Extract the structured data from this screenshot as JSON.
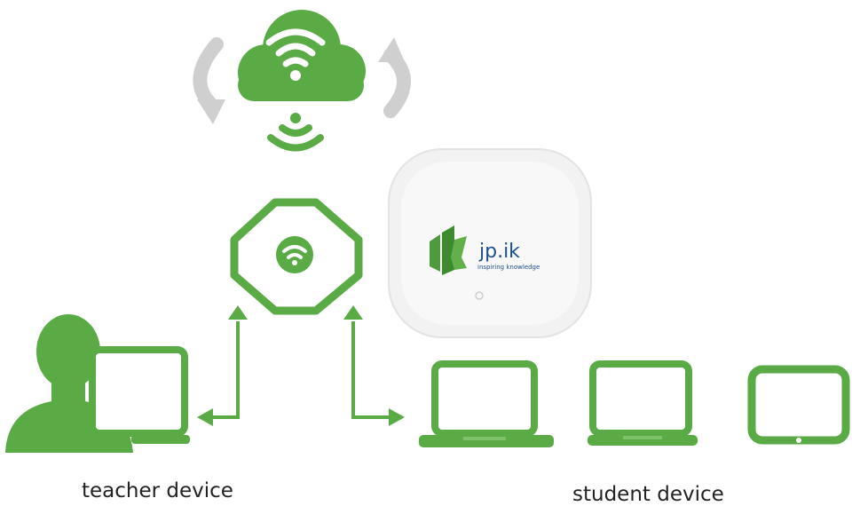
{
  "labels": {
    "teacher": "teacher device",
    "student": "student device"
  },
  "access_point": {
    "brand_name": "jp.ik",
    "tagline": "inspiring knowledge"
  },
  "icons": [
    "cloud-wifi-icon",
    "sync-arrows-icon",
    "wifi-signal-icon",
    "router-icon",
    "teacher-person-icon",
    "laptop-icon",
    "tablet-icon"
  ],
  "colors": {
    "accent": "#5aaa46",
    "arrow_gray": "#c8c8c8",
    "brand_blue": "#1d4f8f",
    "device_white": "#f4f4f4"
  }
}
